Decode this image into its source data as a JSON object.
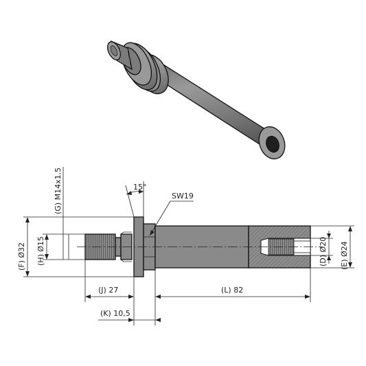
{
  "labels": {
    "angle": "15°",
    "wrench": "SW19",
    "thread": "(G) M14x1,5",
    "dia_f": "(F) Ø32",
    "dia_h": "(H) Ø15",
    "dia_d": "(D) Ø20",
    "dia_e": "(E) Ø24",
    "len_j": "(J) 27",
    "len_l": "(L) 82",
    "len_k": "(K) 10,5"
  },
  "colors": {
    "body": "#8a8a8a",
    "body_dark": "#5a5a5a",
    "body_light": "#b5b5b5",
    "section": "#8c8c8c",
    "line": "#222222"
  }
}
